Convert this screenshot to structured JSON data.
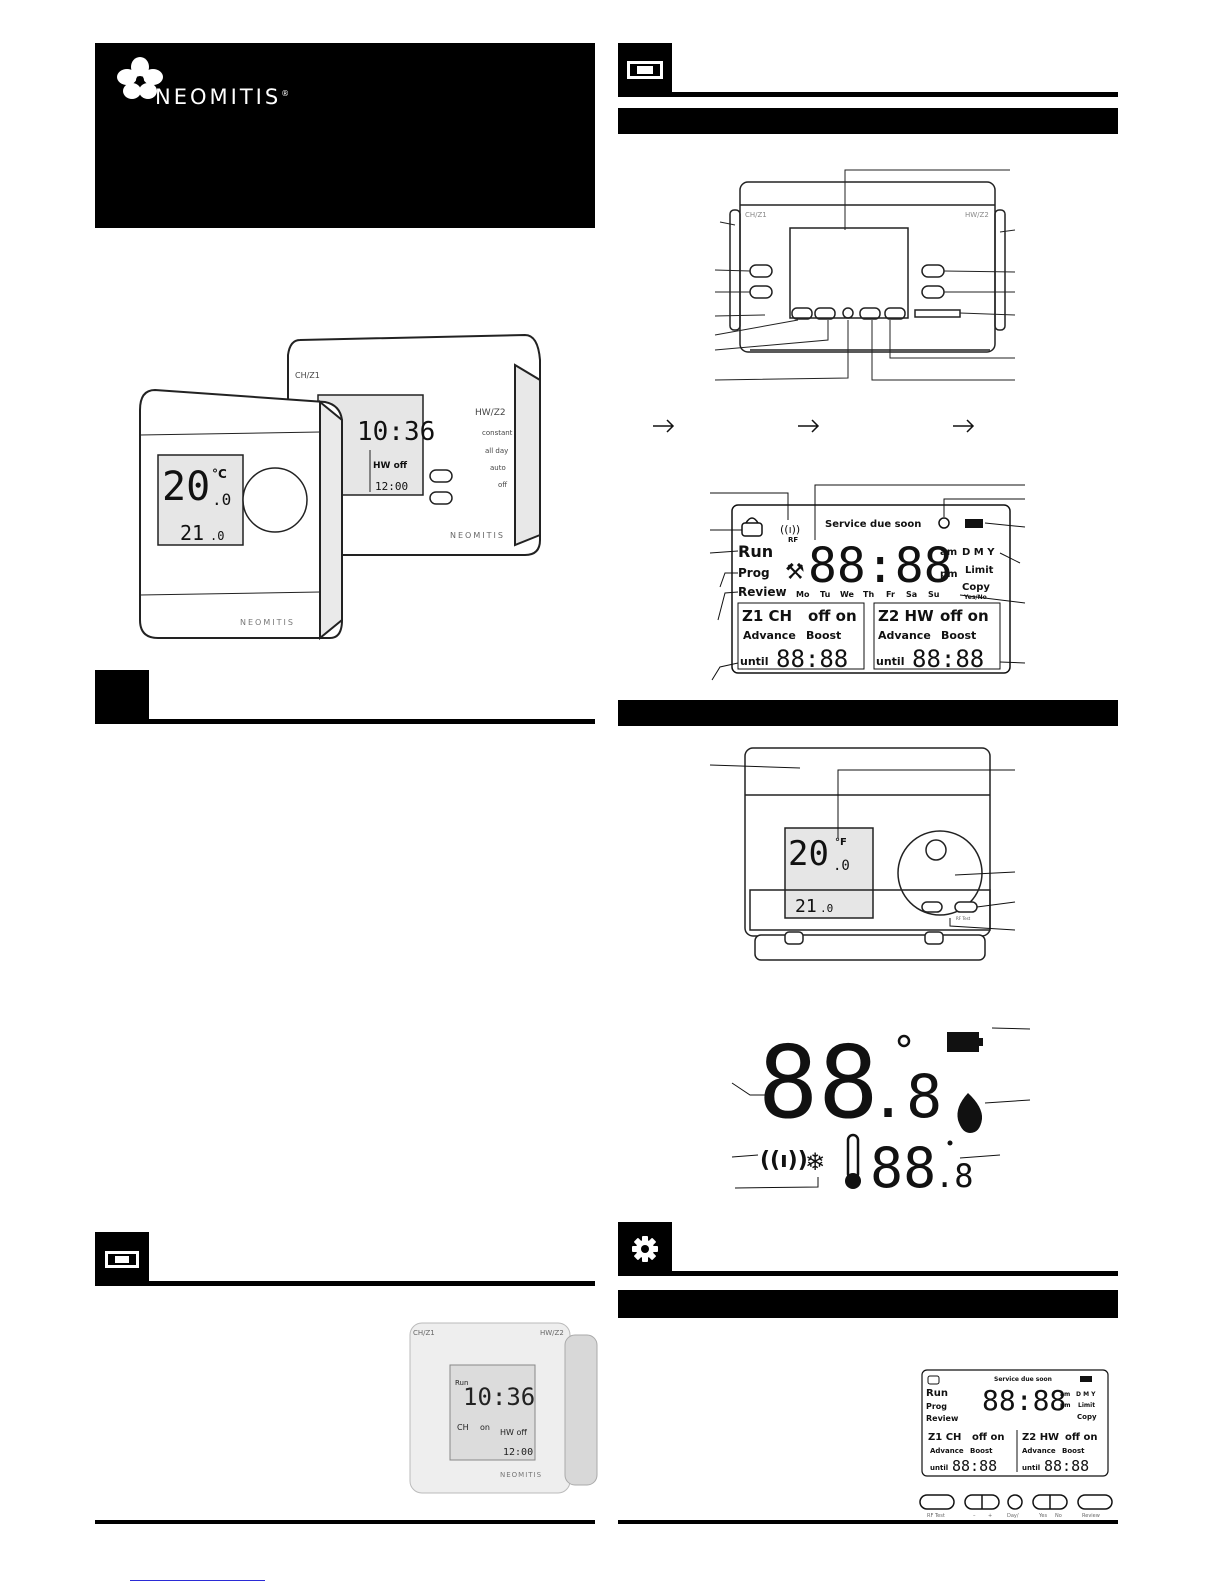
{
  "brand": {
    "name": "NEOMITIS",
    "registered": "®"
  },
  "lcd_labels": {
    "service": "Service due soon",
    "run": "Run",
    "prog": "Prog",
    "review": "Review",
    "days": [
      "Mo",
      "Tu",
      "We",
      "Th",
      "Fr",
      "Sa",
      "Su"
    ],
    "am": "am",
    "pm": "pm",
    "dmy": "D M Y",
    "limit": "Limit",
    "copy": "Copy",
    "yesno": "Yes/No",
    "rf": "RF",
    "z1": "Z1 CH",
    "z2": "Z2 HW",
    "offon": "off on",
    "advance": "Advance",
    "boost": "Boost",
    "until": "until",
    "digits": "88:88",
    "small_digits": "88:88"
  },
  "product_display": {
    "ch_label": "CH/Z1",
    "hw_label": "HW/Z2",
    "time": "10:36",
    "hw_off": "HW off",
    "until_time": "12:00",
    "room_temp": "20",
    "room_temp_dec": ".0",
    "set_temp": "21",
    "set_temp_dec": ".0",
    "unit": "°C",
    "modes": [
      "constant",
      "all day",
      "auto",
      "off"
    ],
    "run": "Run",
    "ch": "CH",
    "on": "on"
  },
  "thermo_lcd": {
    "big": "88",
    "big_dec": ".8",
    "small": "88",
    "small_dec": ".8",
    "unit": "°",
    "unit_f": "°F",
    "disp_temp": "20",
    "disp_dec": ".0",
    "disp_set": "21",
    "disp_set_dec": ".0",
    "rf_test": "RF Test"
  },
  "button_labels": {
    "rf_test": "RF Test",
    "minus": "–",
    "plus": "+",
    "day": "Day/",
    "yes": "Yes",
    "no": "No",
    "review": "Review"
  },
  "colors": {
    "accent": "#000000",
    "link": "#2b2bd6"
  }
}
